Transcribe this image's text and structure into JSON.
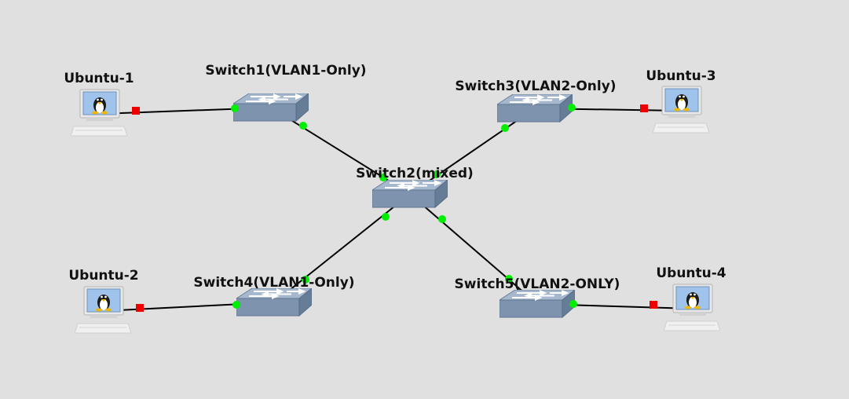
{
  "colors": {
    "background": "#e0e0e0",
    "link": "#000000",
    "port_up": "#00ee00",
    "port_down": "#ee0000",
    "switch_top": "#a3b4c9",
    "switch_side": "#7890ab"
  },
  "nodes": {
    "ubuntu1": {
      "label": "Ubuntu-1",
      "type": "host",
      "icon": "ubuntu-laptop-icon"
    },
    "ubuntu2": {
      "label": "Ubuntu-2",
      "type": "host",
      "icon": "ubuntu-laptop-icon"
    },
    "ubuntu3": {
      "label": "Ubuntu-3",
      "type": "host",
      "icon": "ubuntu-laptop-icon"
    },
    "ubuntu4": {
      "label": "Ubuntu-4",
      "type": "host",
      "icon": "ubuntu-laptop-icon"
    },
    "switch1": {
      "label": "Switch1(VLAN1-Only)",
      "type": "switch",
      "icon": "ethernet-switch-icon"
    },
    "switch2": {
      "label": "Switch2(mixed)",
      "type": "switch",
      "icon": "ethernet-switch-icon"
    },
    "switch3": {
      "label": "Switch3(VLAN2-Only)",
      "type": "switch",
      "icon": "ethernet-switch-icon"
    },
    "switch4": {
      "label": "Switch4(VLAN1-Only)",
      "type": "switch",
      "icon": "ethernet-switch-icon"
    },
    "switch5": {
      "label": "Switch5(VLAN2-ONLY)",
      "type": "switch",
      "icon": "ethernet-switch-icon"
    }
  },
  "links": [
    {
      "from": "ubuntu1",
      "to": "switch1",
      "from_status": "down",
      "to_status": "up"
    },
    {
      "from": "switch1",
      "to": "switch2",
      "from_status": "up",
      "to_status": "up"
    },
    {
      "from": "switch2",
      "to": "switch3",
      "from_status": "up",
      "to_status": "up"
    },
    {
      "from": "switch3",
      "to": "ubuntu3",
      "from_status": "up",
      "to_status": "down"
    },
    {
      "from": "ubuntu2",
      "to": "switch4",
      "from_status": "down",
      "to_status": "up"
    },
    {
      "from": "switch4",
      "to": "switch2",
      "from_status": "up",
      "to_status": "up"
    },
    {
      "from": "switch2",
      "to": "switch5",
      "from_status": "up",
      "to_status": "up"
    },
    {
      "from": "switch5",
      "to": "ubuntu4",
      "from_status": "up",
      "to_status": "down"
    }
  ]
}
